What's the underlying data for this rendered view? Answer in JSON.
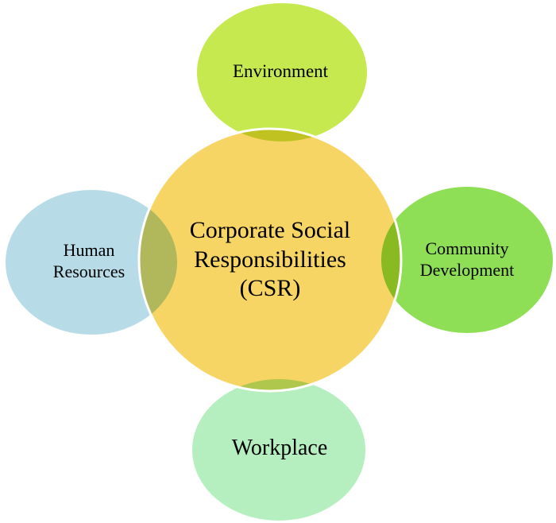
{
  "diagram": {
    "title": "Corporate Social Responsibilities (CSR)",
    "background_color": "#ffffff",
    "center": {
      "id": "csr-center",
      "label": "Corporate Social Responsibilities (CSR)",
      "lines": [
        "Corporate Social",
        "Responsibilities",
        "(CSR)"
      ],
      "color": "#F7D565",
      "stroke_color": "#ffffff"
    },
    "nodes": [
      {
        "id": "environment",
        "label": "Environment",
        "color": "#C5E94F",
        "position": "top"
      },
      {
        "id": "community-development",
        "label": "Community Development",
        "lines": [
          "Community",
          "Development"
        ],
        "color": "#8EDF55",
        "position": "right"
      },
      {
        "id": "human-resources",
        "label": "Human Resources",
        "lines": [
          "Human",
          "Resources"
        ],
        "color": "#B7DCE8",
        "position": "left"
      },
      {
        "id": "workplace",
        "label": "Workplace",
        "color": "#B5EFBF",
        "position": "bottom"
      }
    ]
  }
}
